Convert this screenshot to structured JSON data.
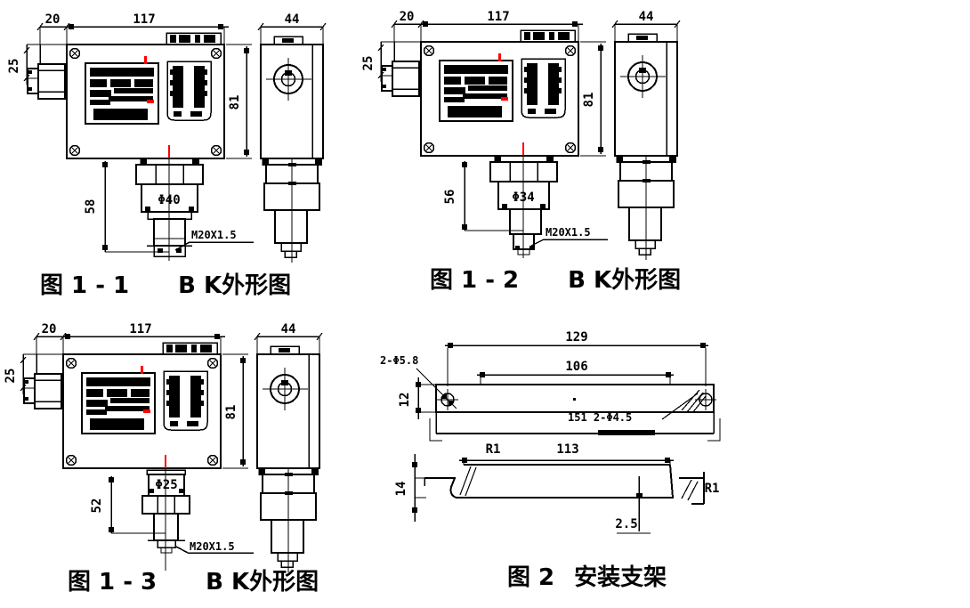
{
  "page": {
    "background": "#ffffff"
  },
  "colors": {
    "line": "#000000",
    "accent_red": "#ff0000"
  },
  "figures": {
    "fig1_1": {
      "caption_num": "图 1 - 1",
      "caption_name": "B K外形图",
      "dim_top_left": "20",
      "dim_width": "117",
      "dim_side_width": "44",
      "dim_port_offset": "25",
      "dim_height": "81",
      "dim_stem": "58",
      "dim_diameter": "Φ40",
      "thread": "M20X1.5"
    },
    "fig1_2": {
      "caption_num": "图 1 - 2",
      "caption_name": "B K外形图",
      "dim_top_left": "20",
      "dim_width": "117",
      "dim_side_width": "44",
      "dim_port_offset": "25",
      "dim_height": "81",
      "dim_stem": "56",
      "dim_diameter": "Φ34",
      "thread": "M20X1.5"
    },
    "fig1_3": {
      "caption_num": "图 1 - 3",
      "caption_name": "B K外形图",
      "dim_top_left": "20",
      "dim_width": "117",
      "dim_side_width": "44",
      "dim_port_offset": "25",
      "dim_height": "81",
      "dim_stem": "52",
      "dim_diameter": "Φ25",
      "thread": "M20X1.5"
    },
    "fig2": {
      "caption_num": "图 2",
      "caption_name": "安装支架",
      "dim_overall": "129",
      "dim_hole_span": "106",
      "hole_note_left": "2-Φ5.8",
      "dim_lip_height": "12",
      "slot_note": "151 2-Φ4.5",
      "radius_left": "R1",
      "dim_length": "113",
      "dim_side_height": "14",
      "dim_thickness": "2.5",
      "radius_right": "R1"
    }
  }
}
